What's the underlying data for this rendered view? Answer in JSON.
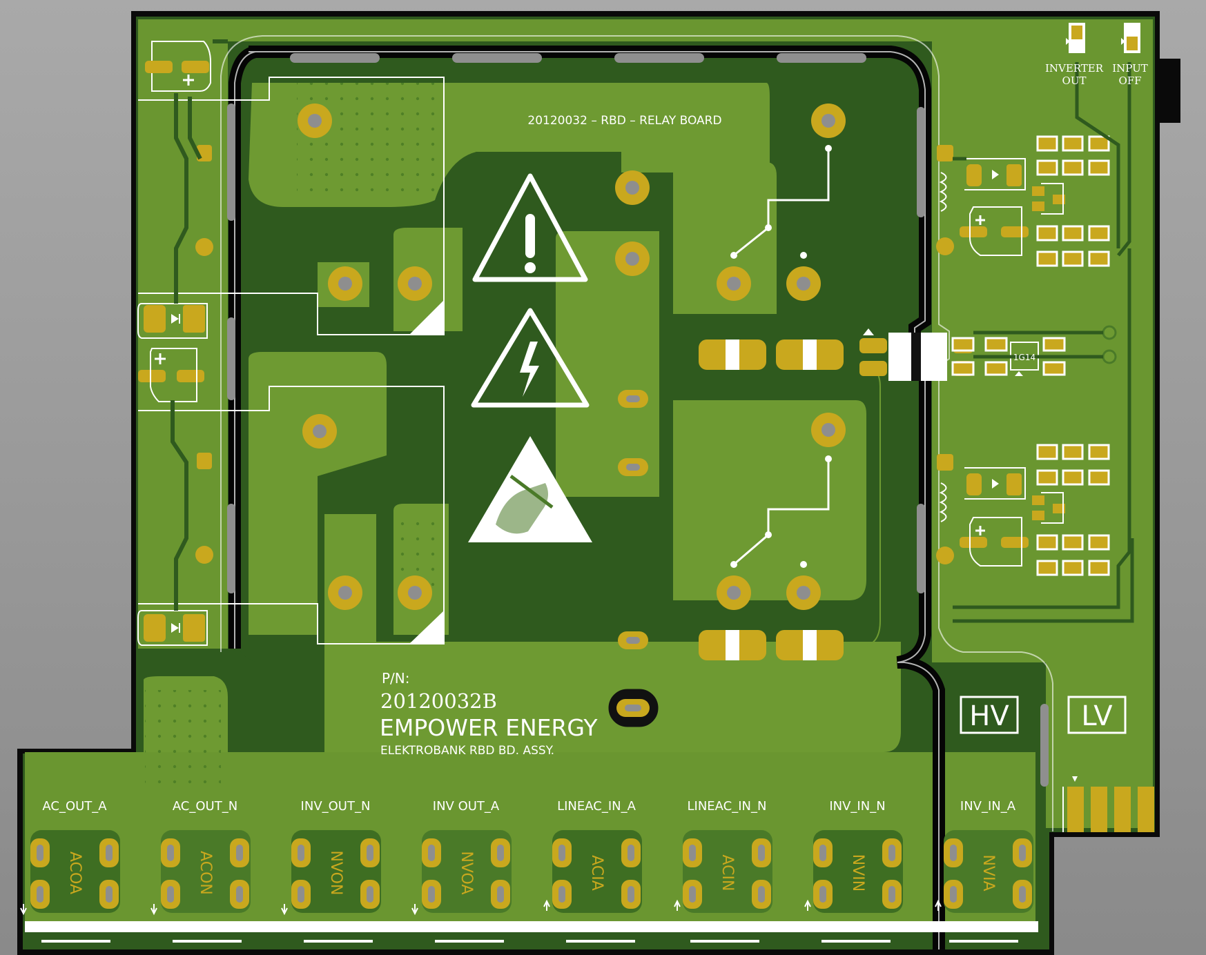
{
  "board": {
    "header_label": "20120032 – RBD – RELAY BOARD",
    "pn_label": "P/N:",
    "part_number": "20120032B",
    "company": "EMPOWER ENERGY",
    "assembly": "ELEKTROBANK RBD BD. ASSY.",
    "hv_label": "HV",
    "lv_label": "LV",
    "ic_label": "1G14",
    "inverter_out_label": [
      "INVERTER",
      "OUT"
    ],
    "input_off_label": [
      "INPUT",
      "OFF"
    ]
  },
  "connectors": [
    {
      "label": "AC_OUT_A",
      "code": "ACOA"
    },
    {
      "label": "AC_OUT_N",
      "code": "ACON"
    },
    {
      "label": "INV_OUT_N",
      "code": "NVON"
    },
    {
      "label": "INV OUT_A",
      "code": "NVOA"
    },
    {
      "label": "LINEAC_IN_A",
      "code": "ACIA"
    },
    {
      "label": "LINEAC_IN_N",
      "code": "ACIN"
    },
    {
      "label": "INV_IN_N",
      "code": "NVIN"
    },
    {
      "label": "INV_IN_A",
      "code": "NVIA"
    }
  ],
  "colors": {
    "background": "#999999",
    "board_edge": "#0a0a0a",
    "dark_copper": "#2f5a1e",
    "mid_copper": "#4a7a28",
    "light_copper": "#6e9a32",
    "pad_gold": "#c9a81e",
    "silkscreen": "#ffffff"
  }
}
